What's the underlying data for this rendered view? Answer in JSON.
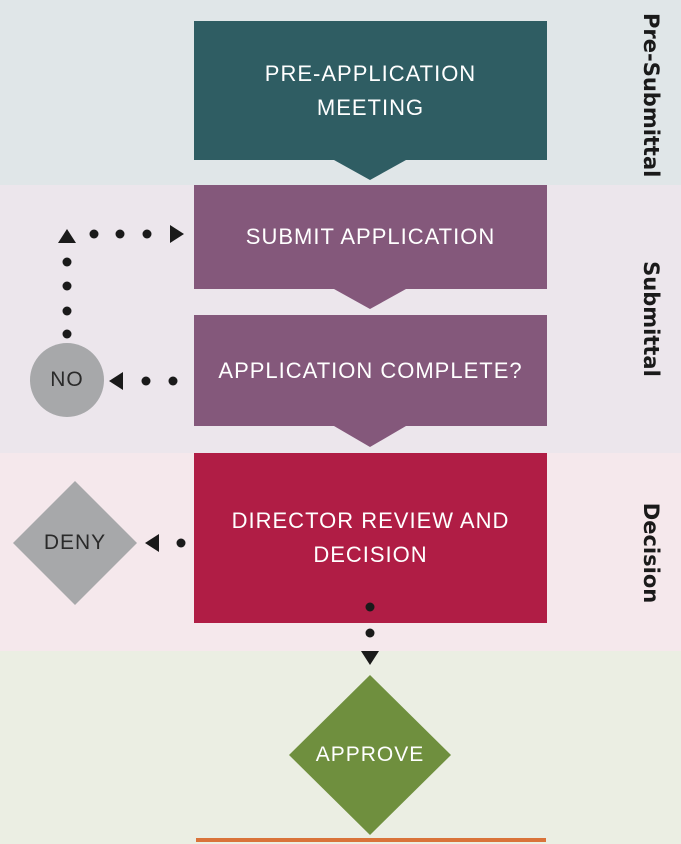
{
  "lanes": [
    {
      "label": "Pre-Submittal",
      "color": "#e0e6e8"
    },
    {
      "label": "Submittal",
      "color": "#ece6ec"
    },
    {
      "label": "Decision",
      "color": "#f5e8ec"
    },
    {
      "label": "",
      "color": "#ebeee3"
    }
  ],
  "steps": {
    "pre_application": {
      "line1": "PRE-APPLICATION",
      "line2": "MEETING",
      "color": "#2f5d63"
    },
    "submit": {
      "label": "SUBMIT APPLICATION",
      "color": "#84587b"
    },
    "complete": {
      "label": "APPLICATION COMPLETE?",
      "color": "#84587b"
    },
    "director": {
      "line1": "DIRECTOR REVIEW AND",
      "line2": "DECISION",
      "color": "#b01d45"
    }
  },
  "outcomes": {
    "no": {
      "label": "NO",
      "color": "#a7a8aa"
    },
    "deny": {
      "label": "DENY",
      "color": "#a7a8aa"
    },
    "approve": {
      "label": "APPROVE",
      "color": "#6f8f3e"
    }
  },
  "colors": {
    "connector": "#1a1a1a",
    "accent_line": "#d9733a"
  }
}
